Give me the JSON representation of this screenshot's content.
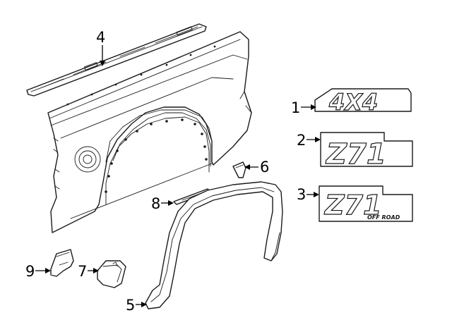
{
  "diagram": {
    "callouts": [
      {
        "id": "1",
        "number": "1",
        "part": "4x4 emblem"
      },
      {
        "id": "2",
        "number": "2",
        "part": "Z71 emblem"
      },
      {
        "id": "3",
        "number": "3",
        "part": "Z71 Off Road emblem"
      },
      {
        "id": "4",
        "number": "4",
        "part": "Bed rail cap"
      },
      {
        "id": "5",
        "number": "5",
        "part": "Wheel opening molding"
      },
      {
        "id": "6",
        "number": "6",
        "part": "Retainer"
      },
      {
        "id": "7",
        "number": "7",
        "part": "End cap"
      },
      {
        "id": "8",
        "number": "8",
        "part": "Tape"
      },
      {
        "id": "9",
        "number": "9",
        "part": "Bracket"
      }
    ],
    "emblem_text": {
      "four_by_four": "4X4",
      "z71": "Z71",
      "off_road": "OFF ROAD"
    }
  },
  "colors": {
    "line": "#1a1a1a",
    "background": "#ffffff"
  }
}
